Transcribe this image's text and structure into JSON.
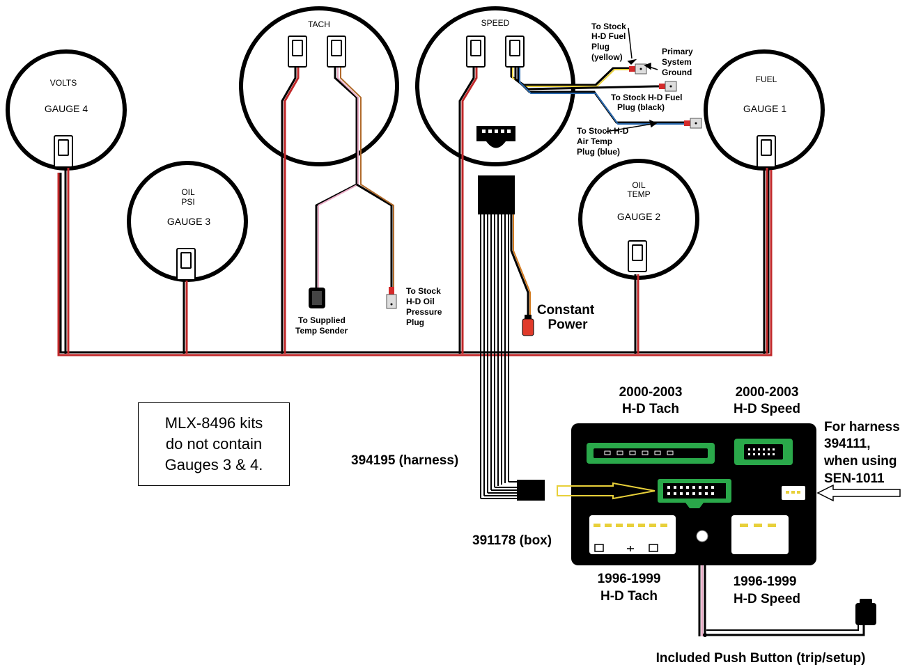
{
  "gauges": {
    "volts": {
      "label": "VOLTS",
      "gauge": "GAUGE 4"
    },
    "oil_psi": {
      "label_1": "OIL",
      "label_2": "PSI",
      "gauge": "GAUGE 3"
    },
    "tach": {
      "label": "TACH"
    },
    "speed": {
      "label": "SPEED"
    },
    "oil_temp": {
      "label_1": "OIL",
      "label_2": "TEMP",
      "gauge": "GAUGE 2"
    },
    "fuel": {
      "label": "FUEL",
      "gauge": "GAUGE 1"
    }
  },
  "callouts": {
    "fuel_plug_yellow": [
      "To Stock",
      "H-D Fuel",
      "Plug",
      "(yellow)"
    ],
    "primary_ground": [
      "Primary",
      "System",
      "Ground"
    ],
    "fuel_plug_black": [
      "To Stock  H-D Fuel",
      "Plug (black)"
    ],
    "air_temp_plug": [
      "To Stock H-D",
      "Air Temp",
      "Plug (blue)"
    ],
    "oil_pressure_plug": [
      "To Stock",
      "H-D Oil",
      "Pressure",
      "Plug"
    ],
    "temp_sender": [
      "To Supplied",
      "Temp Sender"
    ],
    "constant_power": [
      "Constant",
      "Power"
    ]
  },
  "note": [
    "MLX-8496 kits",
    "do not contain",
    "Gauges 3 & 4."
  ],
  "harness_label": "394195 (harness)",
  "box_label": "391178 (box)",
  "box": {
    "tach_2000": [
      "2000-2003",
      "H-D Tach"
    ],
    "speed_2000": [
      "2000-2003",
      "H-D Speed"
    ],
    "tach_1996": [
      "1996-1999",
      "H-D Tach"
    ],
    "speed_1996": [
      "1996-1999",
      "H-D Speed"
    ]
  },
  "sen_note": [
    "For harness",
    "394111,",
    "when using",
    "SEN-1011"
  ],
  "push_button": "Included Push Button (trip/setup)"
}
